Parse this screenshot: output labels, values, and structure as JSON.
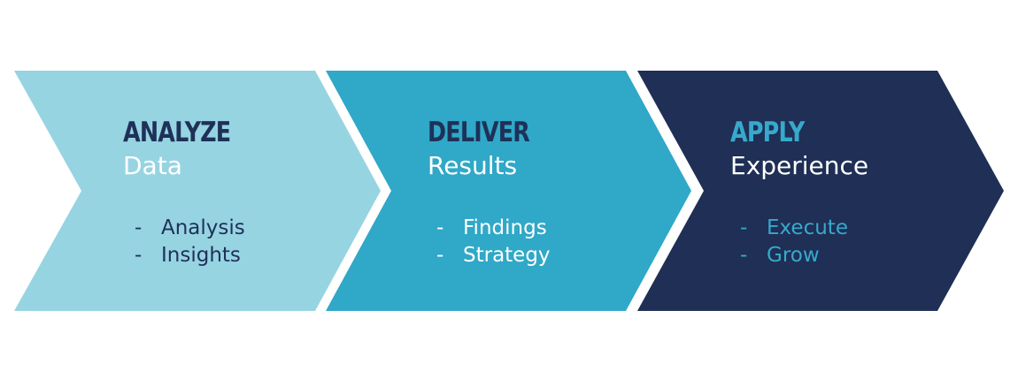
{
  "colors": {
    "stage1": "#97d4e2",
    "stage2": "#30a8c8",
    "stage3": "#1f2f55",
    "dark_text": "#1e3158",
    "white_text": "#ffffff",
    "accent_text": "#37a9cc"
  },
  "stages": [
    {
      "heading": "ANALYZE",
      "subheading": "Data",
      "bullet_marker": "-",
      "items": [
        "Analysis",
        "Insights"
      ]
    },
    {
      "heading": "DELIVER",
      "subheading": "Results",
      "bullet_marker": "-",
      "items": [
        "Findings",
        "Strategy"
      ]
    },
    {
      "heading": "APPLY",
      "subheading": "Experience",
      "bullet_marker": "-",
      "items": [
        "Execute",
        "Grow"
      ]
    }
  ]
}
